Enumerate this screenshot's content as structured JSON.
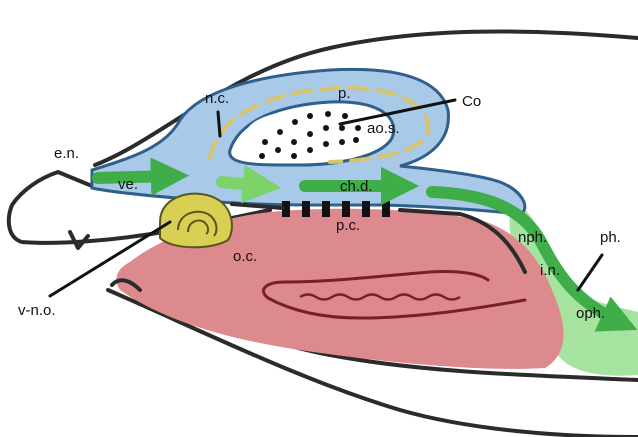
{
  "labels": {
    "en": "e.n.",
    "nc": "n.c.",
    "p": "p.",
    "co": "Co",
    "aos": "ao.s.",
    "ve": "ve.",
    "chd": "ch.d.",
    "pc": "p.c.",
    "oc": "o.c.",
    "vno": "v-n.o.",
    "nph": "nph.",
    "in": "i.n.",
    "ph": "ph.",
    "oph": "oph."
  },
  "colors": {
    "nasal_cavity": "#a9c9e8",
    "nasal_outline": "#2f5f8a",
    "oral_cavity": "#dd8a8e",
    "tongue_line": "#7a1f25",
    "vomeronasal_organ": "#d9cf52",
    "airflow_arrow": "#3fae49",
    "airflow_light": "#7cd36a",
    "dashed_flow": "#d8c46a",
    "pharynx": "#a6e3a0",
    "outline": "#2b2b2b"
  }
}
